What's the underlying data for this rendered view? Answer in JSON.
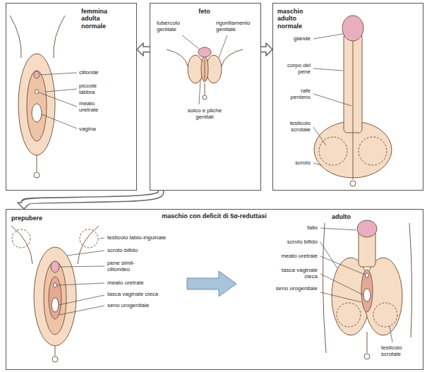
{
  "diagram": {
    "nodes": [
      {
        "text": [
          "femmina adulta normale"
        ]
      },
      {
        "text": [
          "feto"
        ]
      },
      {
        "text": [
          "maschio adulto normale"
        ]
      },
      {
        "text": [
          "maschio con deficit di 5α-reduttasi"
        ]
      }
    ],
    "edges": [
      {
        "from": 1,
        "to": 0,
        "arrow": "to"
      },
      {
        "from": 1,
        "to": 2,
        "arrow": "to"
      },
      {
        "from": 1,
        "to": 3,
        "arrow": "to"
      }
    ],
    "labels": [
      "clitoride",
      "piccole labbra",
      "meato uretrale",
      "vagina",
      "tubercolo genitale",
      "rigonfiamento genitale",
      "solco e pliche genitali",
      "glande",
      "corpo del pene",
      "rafe penieno",
      "testicolo scrotale",
      "scroto",
      "prepubere",
      "testicolo labio-inguinale",
      "scroto bifido",
      "pene simil-clitorideo",
      "meato uretrale",
      "tasca vaginale cieca",
      "seno urogenitale",
      "adulto",
      "fallo",
      "scroto bifido",
      "meato uretrale",
      "tasca vaginale cieca",
      "seno urogenitale",
      "testicolo scrotale"
    ]
  }
}
